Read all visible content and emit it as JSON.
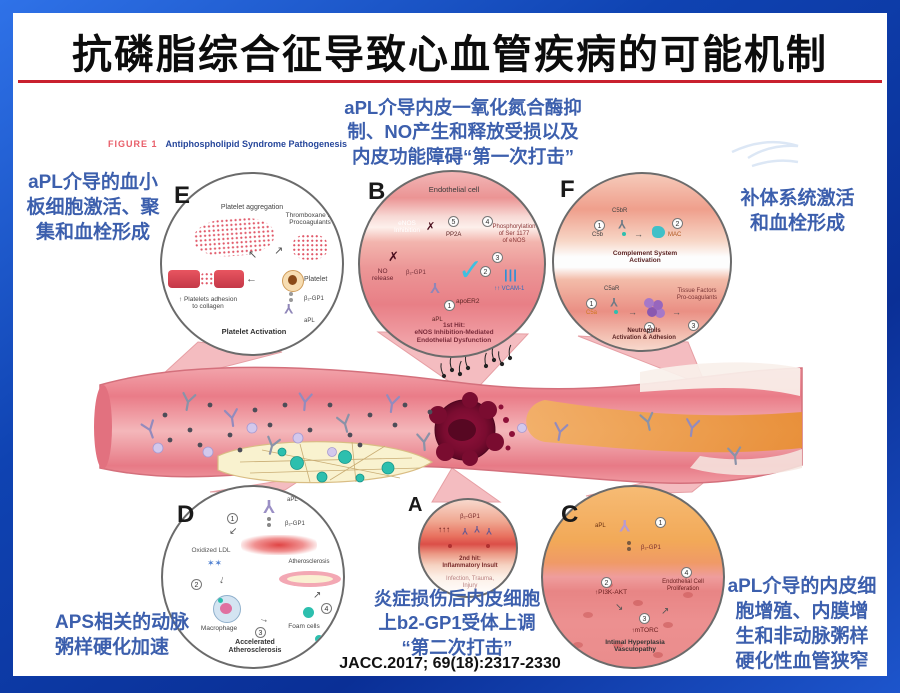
{
  "title": "抗磷脂综合征导致心血管疾病的可能机制",
  "figure": {
    "tag": "FIGURE 1",
    "caption": "Antiphospholipid Syndrome Pathogenesis"
  },
  "annotations": {
    "top": "aPL介导内皮一氧化氮合酶抑\n制、NO产生和释放受损以及\n内皮功能障碍“第一次打击”",
    "left": "aPL介导的血小\n板细胞激活、聚\n集和血栓形成",
    "right": "补体系统激活\n和血栓形成",
    "bottom_left": "APS相关的动脉\n粥样硬化加速",
    "bottom_center": "炎症损伤后内皮细胞\n上b2-GP1受体上调\n“第二次打击”",
    "bottom_right": "aPL介导的内皮细\n胞增殖、内膜增\n生和非动脉粥样\n硬化性血管狭窄"
  },
  "citation": "JACC.2017; 69(18):2317-2330",
  "colors": {
    "frame_blue": "#0f43b2",
    "accent_red": "#c9202e",
    "annotation_blue": "#3c5fad"
  },
  "steps": [
    "1",
    "2",
    "3",
    "4",
    "5"
  ],
  "glyphs": {
    "antibody": "Y",
    "check": "✓",
    "cross": "✗",
    "arrow_right": "→",
    "arrow_left": "←",
    "arrow_up_left": "↖",
    "arrow_up_right": "↗",
    "arrow_down": "↓",
    "arrow_down_left": "↙",
    "arrow_down_right": "↘",
    "sparkle": "✶✶",
    "receptors_up": "↑↑↑",
    "vcam_bars": "|||"
  },
  "panels": {
    "E": {
      "label": "E",
      "platelet_aggregation": "Platelet aggregation",
      "thromboxane": "Thromboxane B₂\nProcoagulants",
      "platelet": "Platelet",
      "adhesion": "↑ Platelets adhesion\nto collagen",
      "b2gp1": "β₂-GP1",
      "apl": "aPL",
      "caption": "Platelet Activation"
    },
    "B": {
      "label": "B",
      "endothelial_cell": "Endothelial cell",
      "enos_inhibition": "eNOS\nInhibition",
      "pp2a": "PP2A",
      "phosphorylation": "Phosphorylation\nof Ser 1177\nof eNOS",
      "no_release": "NO\nrelease",
      "b2gp1": "β₂-GP1",
      "apoer2": "apoER2",
      "vcam": "↑↑ VCAM-1",
      "apl": "aPL",
      "caption": "1st Hit:\neNOS Inhibition-Mediated\nEndothelial Dysfunction"
    },
    "F": {
      "label": "F",
      "c5br": "C5bR",
      "c5b": "C5b",
      "mac": "MAC",
      "complement_caption": "Complement System\nActivation",
      "c5ar": "C5aR",
      "c5a": "C5a",
      "tissue_factors": "Tissue Factors\nPro-coagulants",
      "neutrophils_caption": "Neutrophils\nActivation & Adhesion"
    },
    "D": {
      "label": "D",
      "apl": "aPL",
      "b2gp1": "β₂-GP1",
      "oxidized_ldl": "Oxidized LDL",
      "macrophage": "Macrophage",
      "foam_cells": "Foam cells",
      "atherosclerosis": "Atherosclerosis",
      "caption": "Accelerated\nAtherosclerosis"
    },
    "A": {
      "label": "A",
      "b2gp1": "β₂-GP1",
      "second_hit": "2nd hit:\nInflammatory Insult",
      "triggers": "Infection, Trauma,\nInjury"
    },
    "C": {
      "label": "C",
      "apl": "aPL",
      "b2gp1": "β₂-GP1",
      "pi3k": "↑PI3K-AKT",
      "mtorc": "↑mTORC",
      "proliferation": "Endothelial Cell\nProliferation",
      "caption": "Intimal Hyperplasia\nVasculopathy"
    }
  }
}
